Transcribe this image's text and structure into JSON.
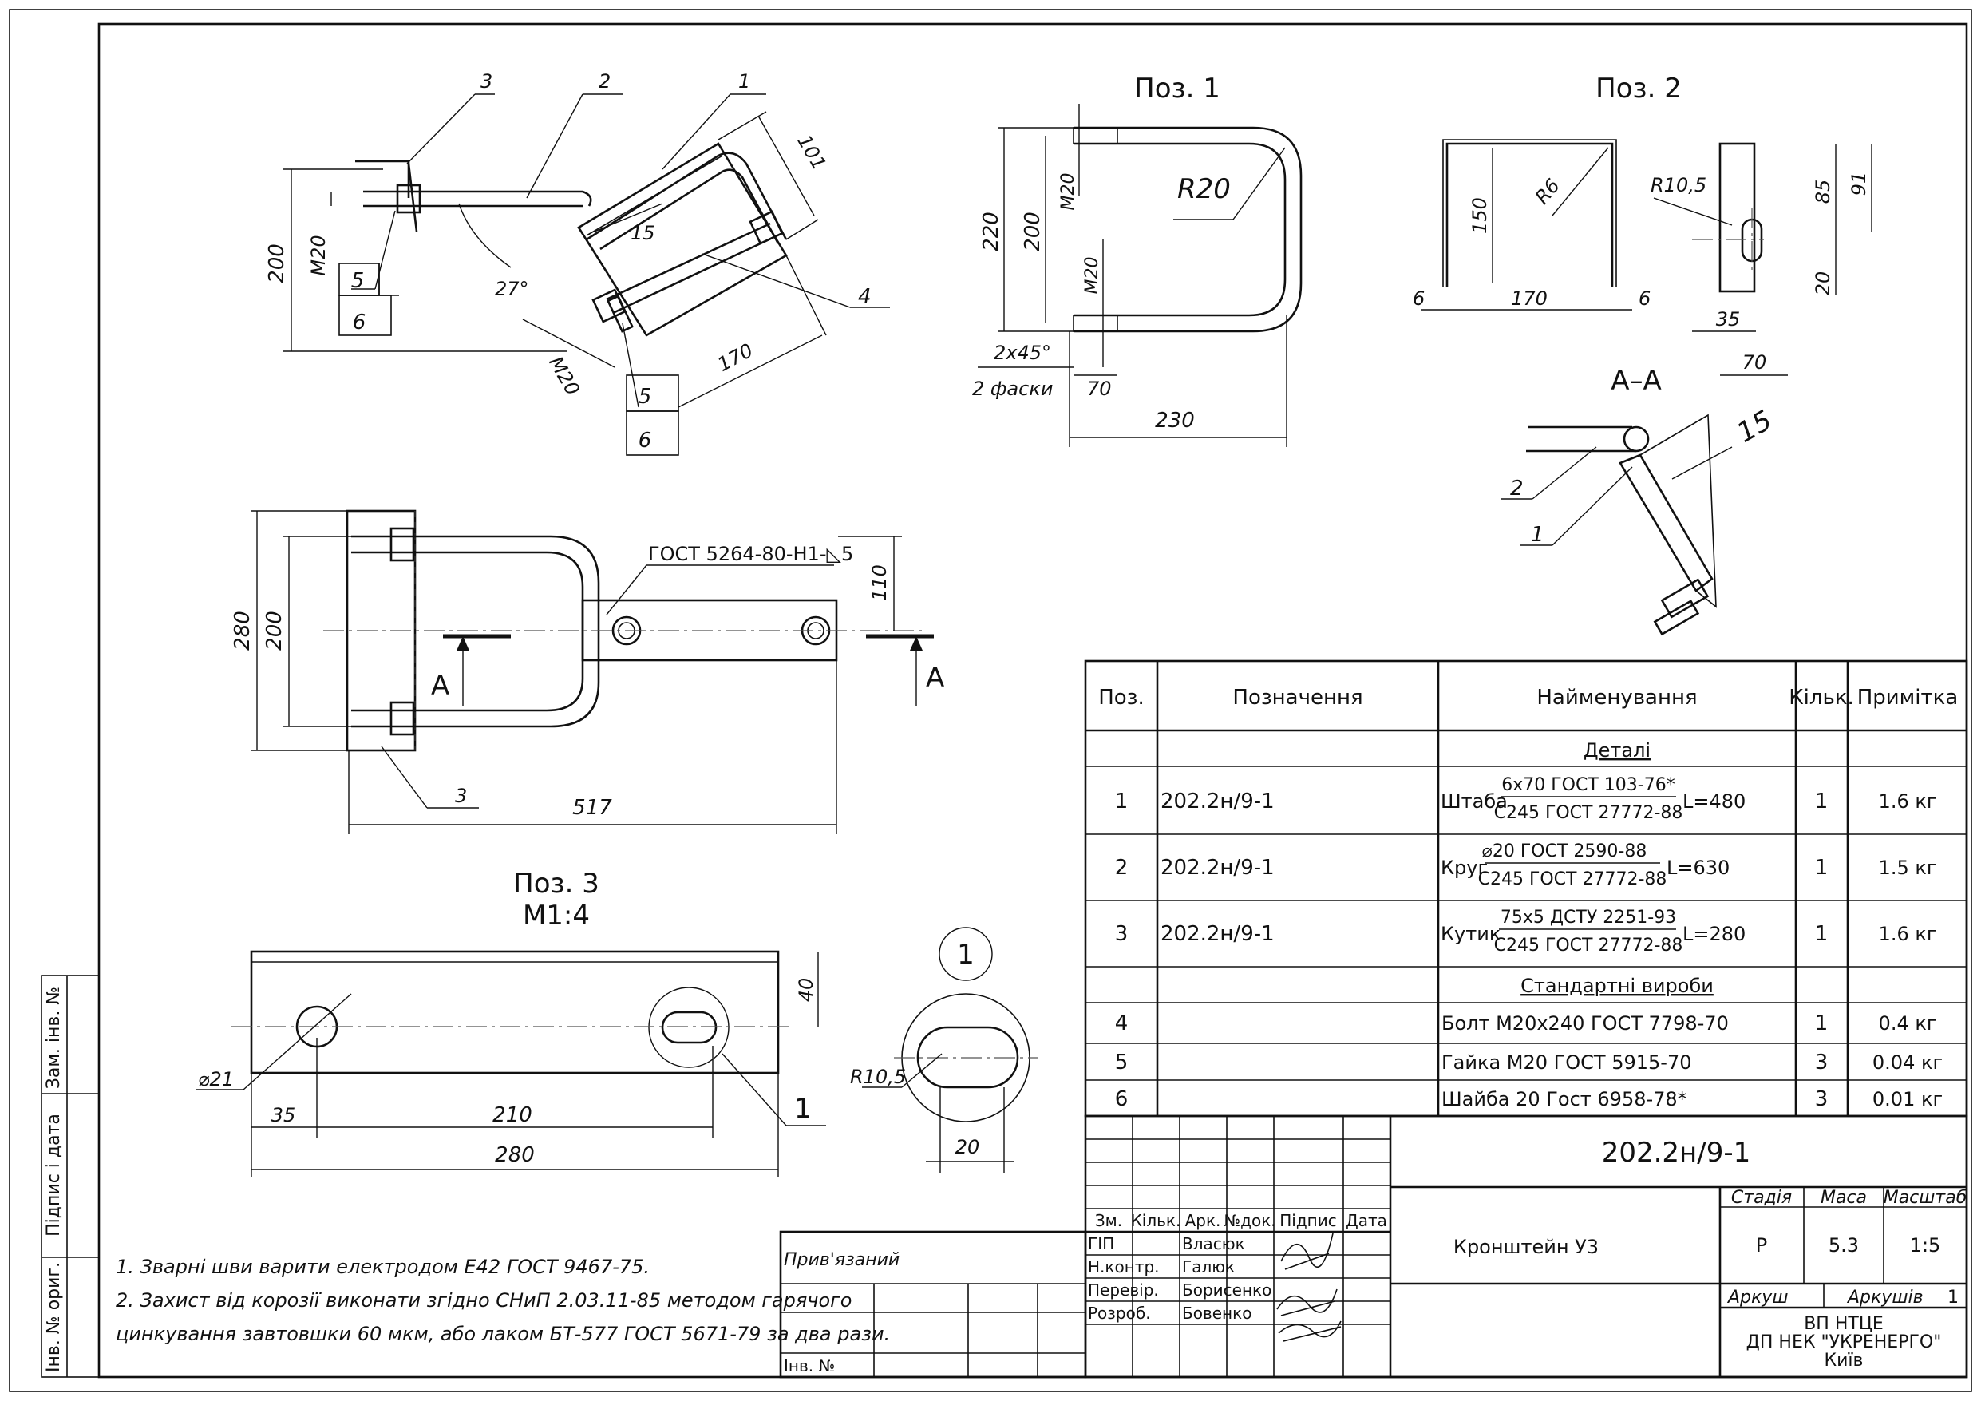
{
  "views": {
    "pos1_title": "Поз. 1",
    "pos2_title": "Поз. 2",
    "pos3_title": "Поз. 3",
    "pos3_scale": "М1:4",
    "section_title": "А–А",
    "detail_callout": "1"
  },
  "dims_iso": {
    "d200": "200",
    "m20_a": "М20",
    "m20_b": "М20",
    "d101": "101",
    "d15": "15",
    "angle": "27°",
    "d170": "170",
    "lead1": "1",
    "lead2": "2",
    "lead3": "3",
    "lead4": "4",
    "lead5a": "5",
    "lead6a": "6",
    "lead5b": "5",
    "lead6b": "6"
  },
  "dims_pos1": {
    "d220": "220",
    "d200": "200",
    "m20_top": "М20",
    "m20_bot": "М20",
    "r20": "R20",
    "chamfer": "2х45°",
    "chamfer_note": "2 фаски",
    "d70": "70",
    "d230": "230"
  },
  "dims_pos2": {
    "d150": "150",
    "r6": "R6",
    "d6a": "6",
    "d170": "170",
    "d6b": "6",
    "r105": "R10,5",
    "d85": "85",
    "d91": "91",
    "d20": "20",
    "d35": "35",
    "d70": "70"
  },
  "dims_section": {
    "d15": "15",
    "lead2": "2",
    "lead1": "1"
  },
  "dims_plan": {
    "weld": "ГОСТ 5264-80-Н1-◺5",
    "d110": "110",
    "d280": "280",
    "d200": "200",
    "section_a_left": "А",
    "section_a_right": "А",
    "lead3": "3",
    "d517": "517"
  },
  "dims_pos3": {
    "d40": "40",
    "phi21": "⌀21",
    "d35": "35",
    "d210": "210",
    "d280": "280",
    "lead1": "1"
  },
  "dims_detail": {
    "r105": "R10,5",
    "d20": "20"
  },
  "notes": [
    "1. Зварні шви варити електродом Е42 ГОСТ 9467-75.",
    "2. Захист від корозії виконати згідно СНиП 2.03.11-85 методом гарячого",
    "цинкування завтовшки 60 мкм, або лаком БТ-577 ГОСТ 5671-79 за два рази."
  ],
  "bom": {
    "headers": [
      "Поз.",
      "Позначення",
      "Найменування",
      "Кільк.",
      "Примітка"
    ],
    "section_details": "Деталі",
    "section_standard": "Стандартні вироби",
    "rows": [
      {
        "pos": "1",
        "designation": "202.2н/9-1",
        "name_prefix": "Штаба",
        "frac_top": "6х70 ГОСТ 103-76*",
        "frac_bot": "С245 ГОСТ 27772-88",
        "suffix": "L=480",
        "qty": "1",
        "note": "1.6 кг"
      },
      {
        "pos": "2",
        "designation": "202.2н/9-1",
        "name_prefix": "Круг",
        "frac_top": "⌀20 ГОСТ 2590-88",
        "frac_bot": "С245 ГОСТ 27772-88",
        "suffix": "L=630",
        "qty": "1",
        "note": "1.5 кг"
      },
      {
        "pos": "3",
        "designation": "202.2н/9-1",
        "name_prefix": "Кутик",
        "frac_top": "75х5 ДСТУ 2251-93",
        "frac_bot": "С245 ГОСТ 27772-88",
        "suffix": "L=280",
        "qty": "1",
        "note": "1.6 кг"
      }
    ],
    "standard_rows": [
      {
        "pos": "4",
        "name": "Болт М20х240 ГОСТ 7798-70",
        "qty": "1",
        "note": "0.4 кг"
      },
      {
        "pos": "5",
        "name": "Гайка М20 ГОСТ 5915-70",
        "qty": "3",
        "note": "0.04 кг"
      },
      {
        "pos": "6",
        "name": "Шайба 20 Гост 6958-78*",
        "qty": "3",
        "note": "0.01 кг"
      }
    ]
  },
  "title_block": {
    "doc_code": "202.2н/9-1",
    "product": "Кронштейн У3",
    "col_headers": [
      "Зм.",
      "Кільк.",
      "Арк.",
      "№док.",
      "Підпис",
      "Дата"
    ],
    "roles": [
      "ГІП",
      "Н.контр.",
      "Перевір.",
      "Розроб."
    ],
    "names": [
      "Власюк",
      "Галюк",
      "Борисенко",
      "Бовенко"
    ],
    "stage_label": "Стадія",
    "mass_label": "Маса",
    "scale_label": "Масштаб",
    "stage": "Р",
    "mass": "5.3",
    "scale": "1:5",
    "sheet_label": "Аркуш",
    "sheets_label": "Аркушів",
    "sheets": "1",
    "org_line1": "ВП НТЦЕ",
    "org_line2": "ДП НЕК \"УКРЕНЕРГО\"",
    "org_line3": "Київ",
    "attached": "Прив'язаний",
    "inv_no": "Інв. №"
  },
  "side_stamp": [
    "Зам. інв. №",
    "Підпис і дата",
    "Інв. № ориг."
  ]
}
